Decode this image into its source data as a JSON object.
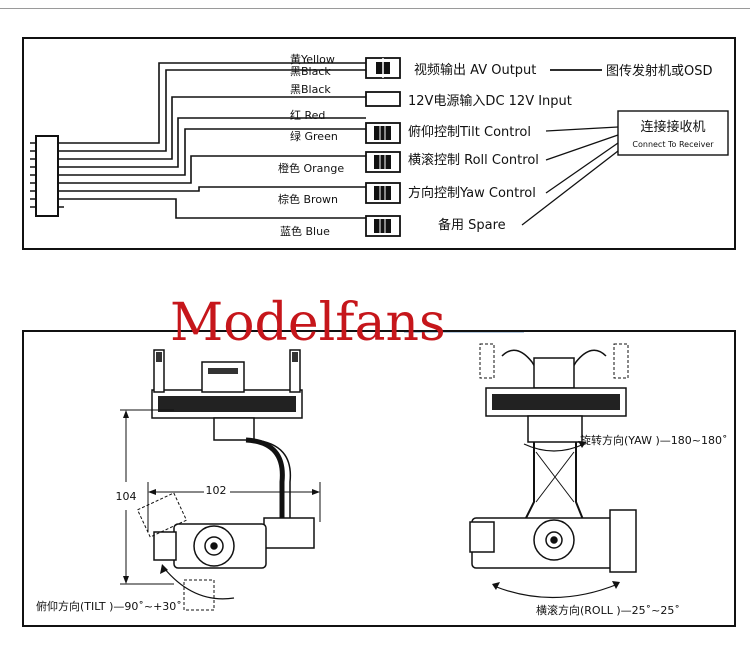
{
  "watermark": "Modelfans",
  "wiring": {
    "wires": [
      {
        "id": "yellow",
        "label": "黄Yellow"
      },
      {
        "id": "black1",
        "label": "黑Black"
      },
      {
        "id": "black2",
        "label": "黑Black"
      },
      {
        "id": "red",
        "label": "红 Red"
      },
      {
        "id": "green",
        "label": "绿 Green"
      },
      {
        "id": "orange",
        "label": "橙色 Orange"
      },
      {
        "id": "brown",
        "label": "棕色  Brown"
      },
      {
        "id": "blue",
        "label": "蓝色 Blue"
      }
    ],
    "connectors": [
      {
        "id": "av_output",
        "label": "视频输出 AV Output"
      },
      {
        "id": "dc_input",
        "label": "12V电源输入DC 12V Input"
      },
      {
        "id": "tilt",
        "label": "俯仰控制Tilt Control"
      },
      {
        "id": "roll",
        "label": "横滚控制 Roll Control"
      },
      {
        "id": "yaw",
        "label": "方向控制Yaw Control"
      },
      {
        "id": "spare",
        "label": "备用 Spare"
      }
    ],
    "osd_label": "图传发射机或OSD",
    "receiver": {
      "title": "连接接收机",
      "subtitle": "Connect To Receiver"
    }
  },
  "gimbal": {
    "dim_height": "104",
    "dim_width": "102",
    "tilt_label": "俯仰方向(TILT )—90˚~+30˚",
    "yaw_label": "旋转方向(YAW )—180~180˚",
    "roll_label": "横滚方向(ROLL )—25˚~25˚"
  }
}
